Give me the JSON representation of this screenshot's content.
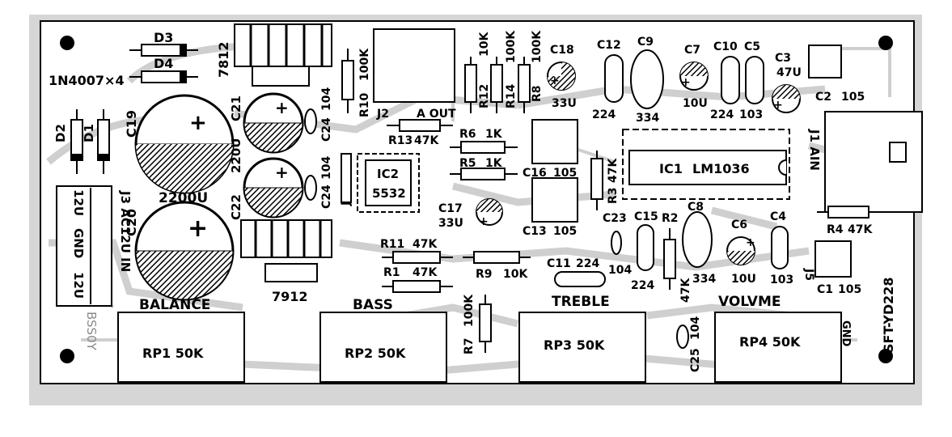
{
  "board": {
    "model": "SFT-YD228",
    "handwritten_mark": "BSS0Y",
    "colors": {
      "background": "#d6d6d6",
      "ink": "#000000",
      "trace": "#c8c8c8",
      "pad": "#ffffff"
    }
  },
  "connectors": {
    "power": {
      "ref": "J3",
      "lines": [
        "12U",
        "GND",
        "12U"
      ],
      "side_label": "J3 AC12U IN"
    },
    "input": {
      "ref": "J1",
      "label": "J1 AIN"
    },
    "output": {
      "ref": "J2",
      "label": "A OUT"
    },
    "j4": "J4",
    "j5": "J5"
  },
  "diodes": {
    "d1": "D1",
    "d2": "D2",
    "d3": "D3",
    "d4": "D4",
    "bridge_note": "1N4007×4"
  },
  "regulators": {
    "positive": "7812",
    "negative": "7912"
  },
  "ics": {
    "ic1": {
      "ref": "IC1",
      "part": "LM1036"
    },
    "ic2": {
      "ref": "IC2",
      "part": "5532"
    }
  },
  "electrolytics": {
    "c19": "C19",
    "c20": "C20",
    "c21": "C21",
    "c22": "C22",
    "value_2200u": "2200U",
    "value_220u": "220U",
    "c18": "C18",
    "c18_val": "33U",
    "c17": "C17",
    "c17_val": "33U",
    "c7": "C7",
    "c7_val": "10U",
    "c3": "C3",
    "c3_val": "47U",
    "c6": "C6",
    "c6_val": "10U"
  },
  "capacitors": {
    "c24a": "C24",
    "c24a_val": "104",
    "c24b": "C24",
    "c24b_val": "104",
    "c12": "C12",
    "c12_val": "224",
    "c9": "C9",
    "c9_val": "334",
    "c10": "C10",
    "c10_val": "224",
    "c5": "C5",
    "c5_val": "103",
    "c2": "C2",
    "c2_val": "105",
    "c16": "C16",
    "c16_val": "105",
    "c13": "C13",
    "c13_val": "105",
    "c23": "C23",
    "c23_val": "104",
    "c15": "C15",
    "c15_val": "224",
    "c8": "C8",
    "c8_val": "334",
    "c4": "C4",
    "c4_val": "103",
    "c1": "C1",
    "c1_val": "105",
    "c11": "C11",
    "c11_val": "224",
    "c25": "C25",
    "c25_val": "104"
  },
  "resistors": {
    "r10": "R10",
    "r10_val": "100K",
    "r12": "R12",
    "r12_val": "10K",
    "r14": "R14",
    "r14_val": "100K",
    "r8": "R8",
    "r8_val": "100K",
    "r13": "R13",
    "r13_val": "47K",
    "r6": "R6",
    "r6_val": "1K",
    "r5": "R5",
    "r5_val": "1K",
    "r3": "R3",
    "r3_val": "47K",
    "r2": "R2",
    "r2_val": "47K",
    "r4": "R4",
    "r4_val": "47K",
    "r11": "R11",
    "r11_val": "47K",
    "r1": "R1",
    "r1_val": "47K",
    "r9": "R9",
    "r9_val": "10K",
    "r7": "R7",
    "r7_val": "100K"
  },
  "controls": [
    {
      "function": "BALANCE",
      "ref": "RP1 50K"
    },
    {
      "function": "BASS",
      "ref": "RP2 50K"
    },
    {
      "function": "TREBLE",
      "ref": "RP3 50K"
    },
    {
      "function": "VOLVME",
      "ref": "RP4 50K"
    }
  ],
  "gnd_label": "GND"
}
